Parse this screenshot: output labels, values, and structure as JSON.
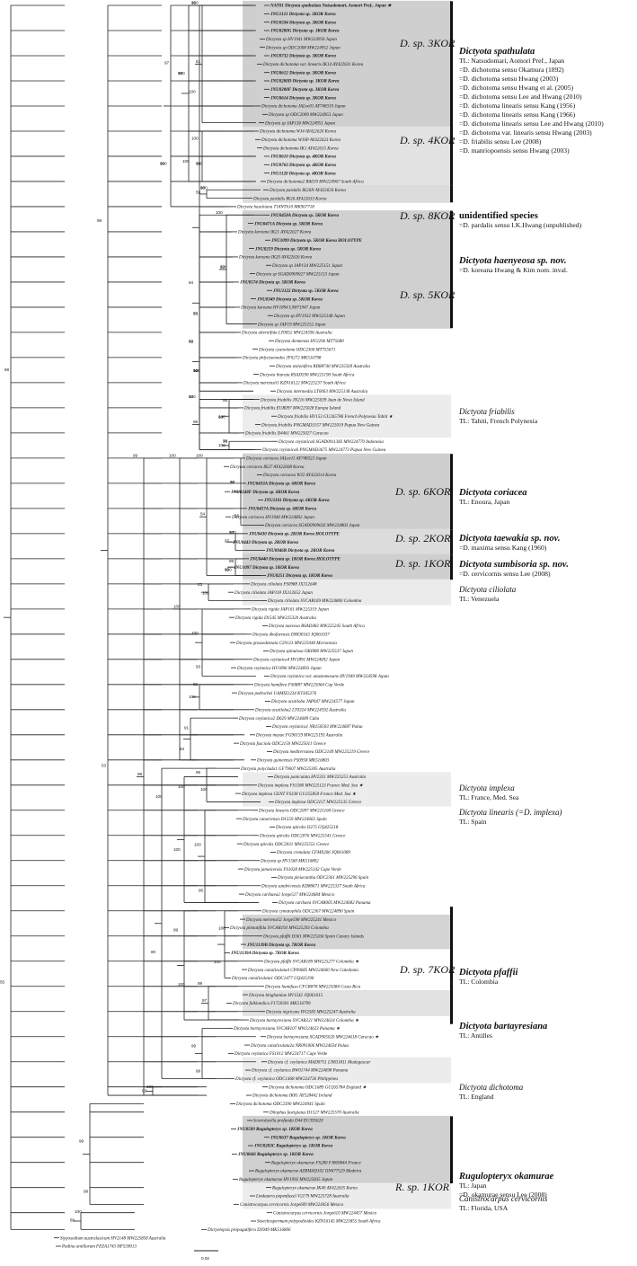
{
  "scale_bar": {
    "label": "0.02"
  },
  "annotations": [
    {
      "id": "spathulata",
      "title": "Dictyota spathulata",
      "style": "bold",
      "lines": [
        "TL: Natsudomari, Aomori Pref., Japan",
        "=D. dichotoma sensu Okamura (1892)",
        "=D. dichotoma sensu Hwang (2003)",
        "=D. dichotoma sensu Hwang et al. (2005)",
        "=D. dichotoma sensu Lee and Hwang (2010)",
        "=D. dichotoma linearis sensu Kang (1956)",
        "=D. dichotoma linearis sensu Kang (1966)",
        "=D. dichotoma linearis sensu Lee and Hwang (2010)",
        "=D. dichotoma var. linearis sensu Hwang (2003)",
        "=D. friabilis sensu Lee (2008)",
        "=D. manriopoensis sensu Hwang (2003)"
      ]
    },
    {
      "id": "unidentified",
      "title": "unidentified species",
      "style": "bold-plain",
      "lines": [
        "=D. pardalis sensu I.K.Hwang (unpublished)"
      ]
    },
    {
      "id": "haenyeosa",
      "title": "Dictyota haenyeosa sp. nov.",
      "style": "bold",
      "lines": [
        "=D. koreana Hwang & Kim nom. inval."
      ]
    },
    {
      "id": "friabilis",
      "title": "Dictyota friabilis",
      "style": "normal",
      "lines": [
        "TL: Tahiti, French Polynesia"
      ]
    },
    {
      "id": "coriacea",
      "title": "Dictyota coriacea",
      "style": "bold",
      "lines": [
        "TL: Enoura, Japan"
      ]
    },
    {
      "id": "taewakia",
      "title": "Dictyota taewakia sp. nov.",
      "style": "bold",
      "lines": [
        "=D. maxima sensu Kang (1960)"
      ]
    },
    {
      "id": "sumbisoria",
      "title": "Dictyota sumbisoria sp. nov.",
      "style": "bold",
      "lines": [
        "=D. cervicornis sensu Lee (2008)"
      ]
    },
    {
      "id": "ciliolata",
      "title": "Dictyota ciliolata",
      "style": "normal",
      "lines": [
        "TL: Venezuela"
      ]
    },
    {
      "id": "implexa",
      "title": "Dictyota implexa",
      "style": "normal",
      "lines": [
        "TL: France, Med. Sea"
      ]
    },
    {
      "id": "linearis",
      "title": "Dictyota linearis (=D. implexa)",
      "style": "normal",
      "lines": [
        "TL: Spain"
      ]
    },
    {
      "id": "pfaffii",
      "title": "Dictyota pfaffii",
      "style": "bold",
      "lines": [
        "TL: Colombia"
      ]
    },
    {
      "id": "bartayresiana",
      "title": "Dictyota bartayresiana",
      "style": "bold",
      "lines": [
        "TL: Antilles"
      ]
    },
    {
      "id": "dichotoma",
      "title": "Dictyota dichotoma",
      "style": "normal",
      "lines": [
        "TL: England"
      ]
    },
    {
      "id": "rugulopteryx",
      "title": "Rugulopteryx okamurae",
      "style": "bold",
      "lines": [
        "TL: Japan",
        "=D. okamurae sensu Lee (2008)"
      ]
    },
    {
      "id": "canistrocarpus",
      "title": "Canistrocarpus cervicornis",
      "style": "normal",
      "lines": [
        "TL: Florida, USA"
      ]
    }
  ],
  "clade_labels": [
    {
      "id": "3KOR",
      "text": "D. sp. 3KOR"
    },
    {
      "id": "4KOR",
      "text": "D. sp. 4KOR"
    },
    {
      "id": "8KOR",
      "text": "D. sp. 8KOR"
    },
    {
      "id": "5KOR",
      "text": "D. sp. 5KOR"
    },
    {
      "id": "6KOR",
      "text": "D. sp. 6KOR"
    },
    {
      "id": "2KOR",
      "text": "D. sp. 2KOR"
    },
    {
      "id": "1KOR",
      "text": "D. sp. 1KOR"
    },
    {
      "id": "7KOR",
      "text": "D. sp. 7KOR"
    },
    {
      "id": "R1KOR",
      "text": "R. sp. 1KOR"
    }
  ],
  "tips": [
    {
      "t": "NAT01 Dictyota spathulata Natsudomari, Aomori Pref., Japan ★",
      "b": 1
    },
    {
      "t": "JNU1121 Dictyota sp. 3KOR Korea",
      "b": 1
    },
    {
      "t": "JNU0594 Dictyota sp. 3KOR Korea",
      "b": 1
    },
    {
      "t": "JNU0280G Dictyota sp. 3KOR Korea",
      "b": 1
    },
    {
      "t": "Dictyota sp HV1941 MW224950 Japan",
      "b": 0
    },
    {
      "t": "Dictyota sp ODC2008 MW224952 Japan",
      "b": 0
    },
    {
      "t": "JNU0732 Dictyota sp. 3KOR Korea",
      "b": 1
    },
    {
      "t": "Dictyota dichotoma var. linearis IK14 AY422631 Korea",
      "b": 0
    },
    {
      "t": "JNU0612 Dictyota sp. 3KOR Korea",
      "b": 1
    },
    {
      "t": "JNU0280D Dictyota sp. 3KOR Korea",
      "b": 1
    },
    {
      "t": "JNU0280F Dictyota sp. 3KOR Korea",
      "b": 1
    },
    {
      "t": "JNU0614 Dictyota sp. 3KOR Korea",
      "b": 1
    },
    {
      "t": "Dictyota dichotoma JALee01 AY748319 Japan",
      "b": 0
    },
    {
      "t": "Dictyota sp ODC2009 MW224953 Japan",
      "b": 0
    },
    {
      "t": "Dictyota sp JAP136 MW224951 Japan",
      "b": 0
    },
    {
      "t": "Dictyota dichotoma WJ4 AY422620 Korea",
      "b": 0
    },
    {
      "t": "Dictyota dichotoma WJSP AY422623 Korea",
      "b": 0
    },
    {
      "t": "Dictyota dichotoma IK1 AY422615 Korea",
      "b": 0
    },
    {
      "t": "JNU0610 Dictyota sp. 4KOR Korea",
      "b": 1
    },
    {
      "t": "JNU0763 Dictyota sp. 4KOR Korea",
      "b": 1
    },
    {
      "t": "JNU1120 Dictyota sp. 4KOR Korea",
      "b": 1
    },
    {
      "t": "Dictyota dichotoma2 RA019 MW224967 South Africa",
      "b": 0
    },
    {
      "t": "Dictyota pardalis IK26N AY422634 Korea",
      "b": 0
    },
    {
      "t": "Dictyota pardalis IK26 AY422633 Korea",
      "b": 0
    },
    {
      "t": "Dictyota hauckiana T18NTh10 MK967718",
      "b": 0
    },
    {
      "t": "JNU0458A Dictyota sp. 5KOR Korea",
      "b": 1
    },
    {
      "t": "JNU0471A Dictyota sp. 5KOR Korea",
      "b": 1
    },
    {
      "t": "Dictyota koreana IK21 AY422627 Korea",
      "b": 0
    },
    {
      "t": "JNU1099 Dictyota sp. 5KOR Korea HOLOTYPE",
      "b": 1
    },
    {
      "t": "JNU0259 Dictyota sp. 5KOR Korea",
      "b": 1
    },
    {
      "t": "Dictyota koreana IK20 AY422626 Korea",
      "b": 0
    },
    {
      "t": "Dictyota sp JAP134 MW225151 Japan",
      "b": 0
    },
    {
      "t": "Dictyota sp SGAD0909027 MW225153 Japan",
      "b": 0
    },
    {
      "t": "JNU0574 Dictyota sp. 5KOR Korea",
      "b": 1
    },
    {
      "t": "JNU1122 Dictyota sp. 5KOR Korea",
      "b": 1
    },
    {
      "t": "JNU0349 Dictyota sp. 5KOR Korea",
      "b": 1
    },
    {
      "t": "Dictyota koreana HV1894 LN871947 Japan",
      "b": 0
    },
    {
      "t": "Dictyota sp HV1932 MW225148 Japan",
      "b": 0
    },
    {
      "t": "Dictyota sp JAP19 MW225152 Japan",
      "b": 0
    },
    {
      "t": "Dictyota alternifida LT0052 MW224596 Australia",
      "b": 0
    },
    {
      "t": "Dictyota diemensis HV2296 MT75680",
      "b": 0
    },
    {
      "t": "Dictyota cyanoloma ODC2360 MT755671",
      "b": 0
    },
    {
      "t": "Dictyota phlyctaenodes JF0272 MK516798",
      "b": 0
    },
    {
      "t": "Dictyota stolonifera RD88740 MW225569 Australia",
      "b": 0
    },
    {
      "t": "Dictyota liturata RSAD590 MW225190 South Africa",
      "b": 0
    },
    {
      "t": "Dictyota mertensii1 KZN16122 MW225237 South Africa",
      "b": 0
    },
    {
      "t": "Dictyota intermedia LT0063 MW225138 Australia",
      "b": 0
    },
    {
      "t": "Dictyota friabilis JN216 MW225039 Juan de Nova Island",
      "b": 0
    },
    {
      "t": "Dictyota friabilis EUR097 MW225028 Europa Island",
      "b": 0
    },
    {
      "t": "Dictyota friabilis HV153 GU265786 French Polynesia Tahiti ★",
      "b": 0
    },
    {
      "t": "Dictyota friabilis PNGMAD3157 MW225019 Papua New Guinea",
      "b": 0
    },
    {
      "t": "Dictyota friabilis D4461 MW225027 Curacao",
      "b": 0
    },
    {
      "t": "Dictyota ceylanica6 SGAD0911383 MW224770 Indonesia",
      "b": 0
    },
    {
      "t": "Dictyota ceylanica6 PNGMAD3675 MW224773 Papua New Guinea",
      "b": 0
    },
    {
      "t": "Dictyota coriacea JALee11 AY748323 Japan",
      "b": 0
    },
    {
      "t": "Dictyota coriacea IK27 AY422608 Korea",
      "b": 0
    },
    {
      "t": "Dictyota coriacea WJ2 AY422614 Korea",
      "b": 0
    },
    {
      "t": "JNU0433A Dictyota sp. 6KOR Korea",
      "b": 1
    },
    {
      "t": "JNU0248F Dictyota sp. 6KOR Korea",
      "b": 1
    },
    {
      "t": "JNU1101 Dictyota sp. 6KOR Korea",
      "b": 1
    },
    {
      "t": "JNU0457A Dictyota sp. 6KOR Korea",
      "b": 1
    },
    {
      "t": "Dictyota coriacea HV1940 MW224802 Japan",
      "b": 0
    },
    {
      "t": "Dictyota coriacea SGAD0909026 MW224803 Japan",
      "b": 0
    },
    {
      "t": "JNU0430 Dictyota sp. 2KOR Korea HOLOTYPE",
      "b": 1
    },
    {
      "t": "JNU0443 Dictyota sp. 2KOR Korea",
      "b": 1
    },
    {
      "t": "JNU0946B Dictyota sp. 2KOR Korea",
      "b": 1
    },
    {
      "t": "JNU0440 Dictyota sp. 1KOR Korea HOLOTYPE",
      "b": 1
    },
    {
      "t": "JNU1097 Dictyota sp. 1KOR Korea",
      "b": 1
    },
    {
      "t": "JNU0251 Dictyota sp. 1KOR Korea",
      "b": 1
    },
    {
      "t": "Dictyota ciliolata FS0988 JX312648",
      "b": 0
    },
    {
      "t": "Dictyota ciliolata JAP118 JX312652 Japan",
      "b": 0
    },
    {
      "t": "Dictyota ciliolata SVCAR169 MW224800 Colombia",
      "b": 0
    },
    {
      "t": "Dictyota rigida JAP101 MW225319 Japan",
      "b": 0
    },
    {
      "t": "Dictyota rigida D1545 MW225320 Australia",
      "b": 0
    },
    {
      "t": "Dictyota naevosa RSAD482 MW225245 South Africa",
      "b": 0
    },
    {
      "t": "Dictyota dhofarensis DHO0163 JQ061037",
      "b": 0
    },
    {
      "t": "Dictyota grossedentata C29123 MW225040 Micronesia",
      "b": 0
    },
    {
      "t": "Dictyota spinulosa OKI080 MW225537 Japan",
      "b": 0
    },
    {
      "t": "Dictyota ceylanica4 HV1891 MW224692 Japan",
      "b": 0
    },
    {
      "t": "Dictyota ceylanica HV1896 MW224693 Japan",
      "b": 0
    },
    {
      "t": "Dictyota ceylanica var. anastomosans HV1949 MW224598 Japan",
      "b": 0
    },
    {
      "t": "Dictyota hamifera FS0887 MW225064 Cap Verde",
      "b": 0
    },
    {
      "t": "Dictyota pedrochei UAMIZ1234 KT445276",
      "b": 0
    },
    {
      "t": "Dictyota acutiloba JAP047 MW224577 Japan",
      "b": 0
    },
    {
      "t": "Dictyota acutiloba2 LT0324 MW224592 Australia",
      "b": 0
    },
    {
      "t": "Dictyota ceylanica2 D629 MW224689 Cuba",
      "b": 0
    },
    {
      "t": "Dictyota ceylanica1 NR150503 MW224687 Palau",
      "b": 0
    },
    {
      "t": "Dictyota mayae FG90159 MW225193 Australia",
      "b": 0
    },
    {
      "t": "Dictyota fasciola ODC2150 MW225011 Greece",
      "b": 0
    },
    {
      "t": "Dictyota mediterranea ODC2149 MW225219 Greece",
      "b": 0
    },
    {
      "t": "Dictyota guineensis FS0958 MK516803",
      "b": 0
    },
    {
      "t": "Dictyota polyclada1 GF79607 MW225305 Australia",
      "b": 0
    },
    {
      "t": "Dictyota paniculata HV2331 MW225251 Australia",
      "b": 0
    },
    {
      "t": "Dictyota implexa FS1580 MW225123 France Med. Sea ★",
      "b": 0
    },
    {
      "t": "Dictyota implexa GENT FS338 GU255858 France Med. Sea ★",
      "b": 0
    },
    {
      "t": "Dictyota implexa ODC2157 MW225135 Greece",
      "b": 0
    },
    {
      "t": "Dictyota linearis ODC2097 MW225160 Greece",
      "b": 0
    },
    {
      "t": "Dictyota canariensis D1559 MW224665 Spain",
      "b": 0
    },
    {
      "t": "Dictyota spiralis D275 GQ425218",
      "b": 0
    },
    {
      "t": "Dictyota spiralis ODC2076 MW225541 Greece",
      "b": 0
    },
    {
      "t": "Dictyota spiralis ODC2031 MW225551 Greece",
      "b": 0
    },
    {
      "t": "Dictyota crenulata CFMX206 JQ061089",
      "b": 0
    },
    {
      "t": "Dictyota sp HV1560 MK516802",
      "b": 0
    },
    {
      "t": "Dictyota jamaicensis FS1028 MW225142 Cape Verde",
      "b": 0
    },
    {
      "t": "Dictyota pleiacantha ODC2361 MW225296 Spain",
      "b": 0
    },
    {
      "t": "Dictyota sandvicensis KD88671 MW225337 South Africa",
      "b": 0
    },
    {
      "t": "Dictyota caribaea2 Jorge517 MW224684 Mexico",
      "b": 0
    },
    {
      "t": "Dictyota caribaea SVCAR005 MW224682 Panama",
      "b": 0
    },
    {
      "t": "Dictyota cymatophila ODC2367 MW224890 Spain",
      "b": 0
    },
    {
      "t": "Dictyota mertensii2 Jorge598 MW225241 Mexico",
      "b": 0
    },
    {
      "t": "Dictyota pinnatifida SVCAR193 MW225293 Colombia",
      "b": 0
    },
    {
      "t": "Dictyota pfaffii D361 MW225266 Spain Canary Islands",
      "b": 0
    },
    {
      "t": "JNU1139B Dictyota sp. 7KOR Korea",
      "b": 1
    },
    {
      "t": "JNU1139A Dictyota sp. 7KOR Korea",
      "b": 1
    },
    {
      "t": "Dictyota pfaffii SVCAR189 MW225277 Colombia ★",
      "b": 0
    },
    {
      "t": "Dictyota canaliculata4 CP09685 MW224660 New Caledonia",
      "b": 0
    },
    {
      "t": "Dictyota canaliculata1 ODC1477 GQ425190",
      "b": 0
    },
    {
      "t": "Dictyota humifusa CFCR878 MW225084 Costa Rica",
      "b": 0
    },
    {
      "t": "Dictyota binghamiae HV1542 JQ061015",
      "b": 0
    },
    {
      "t": "Dictyota falklandica F1720301 MK516799",
      "b": 0
    },
    {
      "t": "Dictyota nigricans HV2583 MW225247 Australia",
      "b": 0
    },
    {
      "t": "Dictyota bartayresiana SVCAR221 MW224624 Colombia ★",
      "b": 0
    },
    {
      "t": "Dictyota bartayresiana SVCAR107 MW224623 Panama ★",
      "b": 0
    },
    {
      "t": "Dictyota bartayresiana SGAD905020 MW224618 Curacao ★",
      "b": 0
    },
    {
      "t": "Dictyota canaliculata2a NR091006 MW224634 Palau",
      "b": 0
    },
    {
      "t": "Dictyota ceylanica FS1012 MW224717 Cape Verde",
      "b": 0
    },
    {
      "t": "Dictyota cf. ceylanica MAD0751 LN831811 Madagascar",
      "b": 0
    },
    {
      "t": "Dictyota cf. ceylanica BW01744 MW224698 Panama",
      "b": 0
    },
    {
      "t": "Dictyota cf. ceylanica ODC1468 MW224736 Philippines",
      "b": 0
    },
    {
      "t": "Dictyota dichotoma ODC1689 GU265784 England ★",
      "b": 0
    },
    {
      "t": "Dictyota dichotoma IK81 AY528442 Ireland",
      "b": 0
    },
    {
      "t": "Dictyota dichotoma ODC2390 MW224941 Spain",
      "b": 0
    },
    {
      "t": "Dilophus fastigiatus D1527 MW225570 Australia",
      "b": 0
    },
    {
      "t": "Scoresbyella profunda D44 EU395620",
      "b": 0
    },
    {
      "t": "JNU0589 Rugulopteryx sp. 1KOR Korea",
      "b": 1
    },
    {
      "t": "JNU0637 Rugulopteryx sp. 1KOR Korea",
      "b": 1
    },
    {
      "t": "JNU0283C Rugulopteryx sp. 1KOR Korea",
      "b": 1
    },
    {
      "t": "JNU0666 Rugulopteryx sp. 1KOR Korea",
      "b": 1
    },
    {
      "t": "Rugulopteryx okamurae FS280 FJ869844 France",
      "b": 0
    },
    {
      "t": "Rugulopteryx okamurae AZBMAD102 ON677529 Madeira",
      "b": 0
    },
    {
      "t": "Rugulopteryx okamurae HV1992 MW225835 Japan",
      "b": 0
    },
    {
      "t": "Rugulopteryx okamurae IK40 AY422635 Korea",
      "b": 0
    },
    {
      "t": "Lindauera papenfussii V2179 MW225728 Australia",
      "b": 0
    },
    {
      "t": "Canistrocarpus cervicornis Jorge609 MW224456 Mexico",
      "b": 0
    },
    {
      "t": "Canistrocarpus cervicornis Jorge610 MW224457 Mexico",
      "b": 0
    },
    {
      "t": "Stoechospermum polypodioides KZN16145 MW225855 South Africa",
      "b": 0
    },
    {
      "t": "Dictyotopsis propagulifera D3949 MK516806",
      "b": 0
    },
    {
      "t": "Styposodium australasicum HV2148 MW225858 Australia",
      "b": 0
    },
    {
      "t": "Padina antillarum FEZA1743 HF559013",
      "b": 0
    }
  ],
  "bootstrap": [
    "91",
    "100",
    "98",
    "100",
    "99",
    "100",
    "92",
    "100",
    "84",
    "98",
    "100",
    "73",
    "72",
    "93",
    "99",
    "54",
    "83",
    "93",
    "100",
    "91",
    "100",
    "100",
    "100",
    "100",
    "100",
    "97",
    "99",
    "99",
    "80",
    "100",
    "99",
    "53",
    "99",
    "100",
    "55",
    "61",
    "100",
    "100",
    "59",
    "97",
    "100",
    "91",
    "94",
    "95",
    "100",
    "99",
    "100",
    "56",
    "97",
    "99",
    "100",
    "100",
    "100",
    "92",
    "84",
    "100",
    "96",
    "95",
    "100",
    "100",
    "99",
    "100",
    "99",
    "100",
    "93",
    "98",
    "99",
    "98",
    "89",
    "88",
    "100",
    "56",
    "100",
    "86",
    "100",
    "62",
    "59",
    "100",
    "100",
    "78",
    "92",
    "65",
    "56",
    "100",
    "100"
  ]
}
